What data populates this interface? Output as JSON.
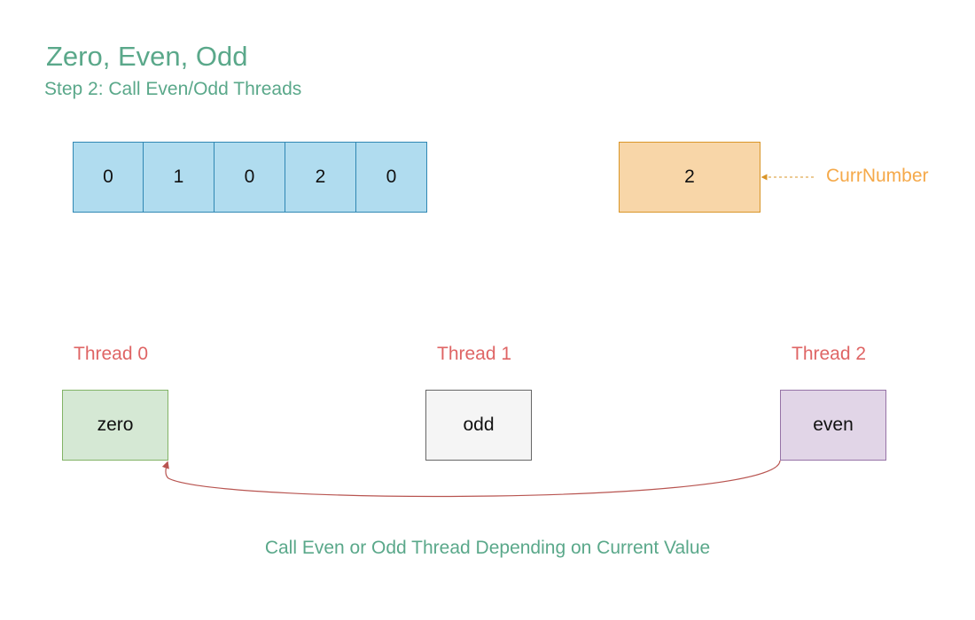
{
  "title": "Zero, Even, Odd",
  "subtitle": "Step 2: Call Even/Odd Threads",
  "array": {
    "cells": [
      "0",
      "1",
      "0",
      "2",
      "0"
    ],
    "fill_color": "#b0dcef",
    "border_color": "#2f87b3"
  },
  "current": {
    "value": "2",
    "label": "CurrNumber",
    "fill_color": "#f8d6a8",
    "border_color": "#d99528",
    "label_color": "#f5a94a"
  },
  "threads": [
    {
      "label": "Thread 0",
      "name": "zero",
      "fill_color": "#d5e8d4",
      "border_color": "#82b366"
    },
    {
      "label": "Thread 1",
      "name": "odd",
      "fill_color": "#f5f5f5",
      "border_color": "#666666"
    },
    {
      "label": "Thread 2",
      "name": "even",
      "fill_color": "#e1d5e7",
      "border_color": "#9673a6"
    }
  ],
  "thread_label_color": "#df6565",
  "caption": "Call Even or Odd Thread Depending on Current Value",
  "caption_color": "#5aa88a",
  "arrow_color": "#b85450"
}
